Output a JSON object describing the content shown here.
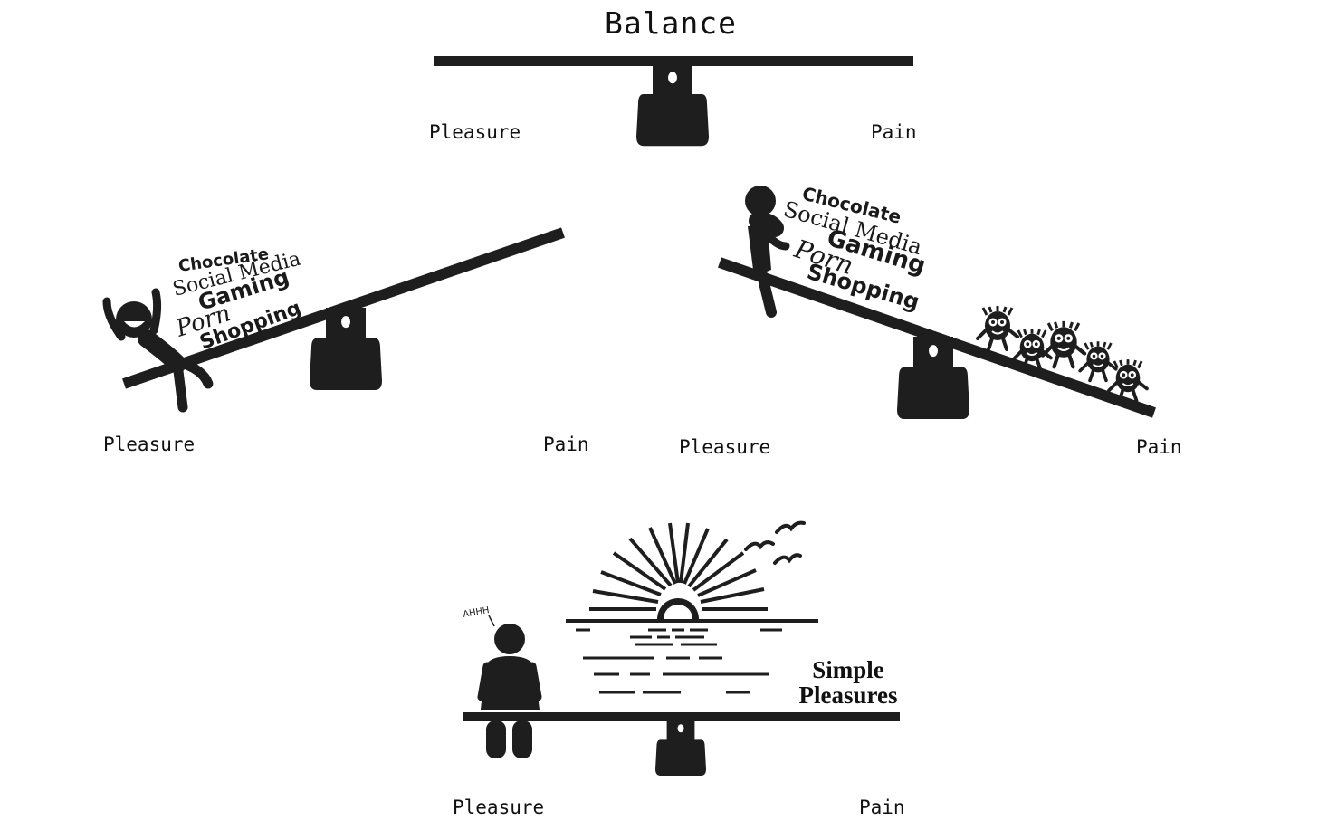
{
  "title": "Balance",
  "labels": {
    "pleasure": "Pleasure",
    "pain": "Pain"
  },
  "stimuli": [
    "Chocolate",
    "Social Media",
    "Gaming",
    "Porn",
    "Shopping"
  ],
  "scenes": {
    "balanced": {
      "pleasure_label": "Pleasure",
      "pain_label": "Pain"
    },
    "pleasure_tilt": {
      "pleasure_label": "Pleasure",
      "pain_label": "Pain"
    },
    "pain_tilt": {
      "pleasure_label": "Pleasure",
      "pain_label": "Pain"
    },
    "simple": {
      "pleasure_label": "Pleasure",
      "pain_label": "Pain",
      "speech": "AHHH",
      "caption_line1": "Simple",
      "caption_line2": "Pleasures"
    }
  },
  "colors": {
    "ink": "#1e1e1e",
    "background": "#ffffff"
  },
  "icons": [
    "seesaw-fulcrum-icon",
    "stick-figure-icon",
    "gremlin-icon",
    "sunset-icon",
    "bird-icon"
  ]
}
